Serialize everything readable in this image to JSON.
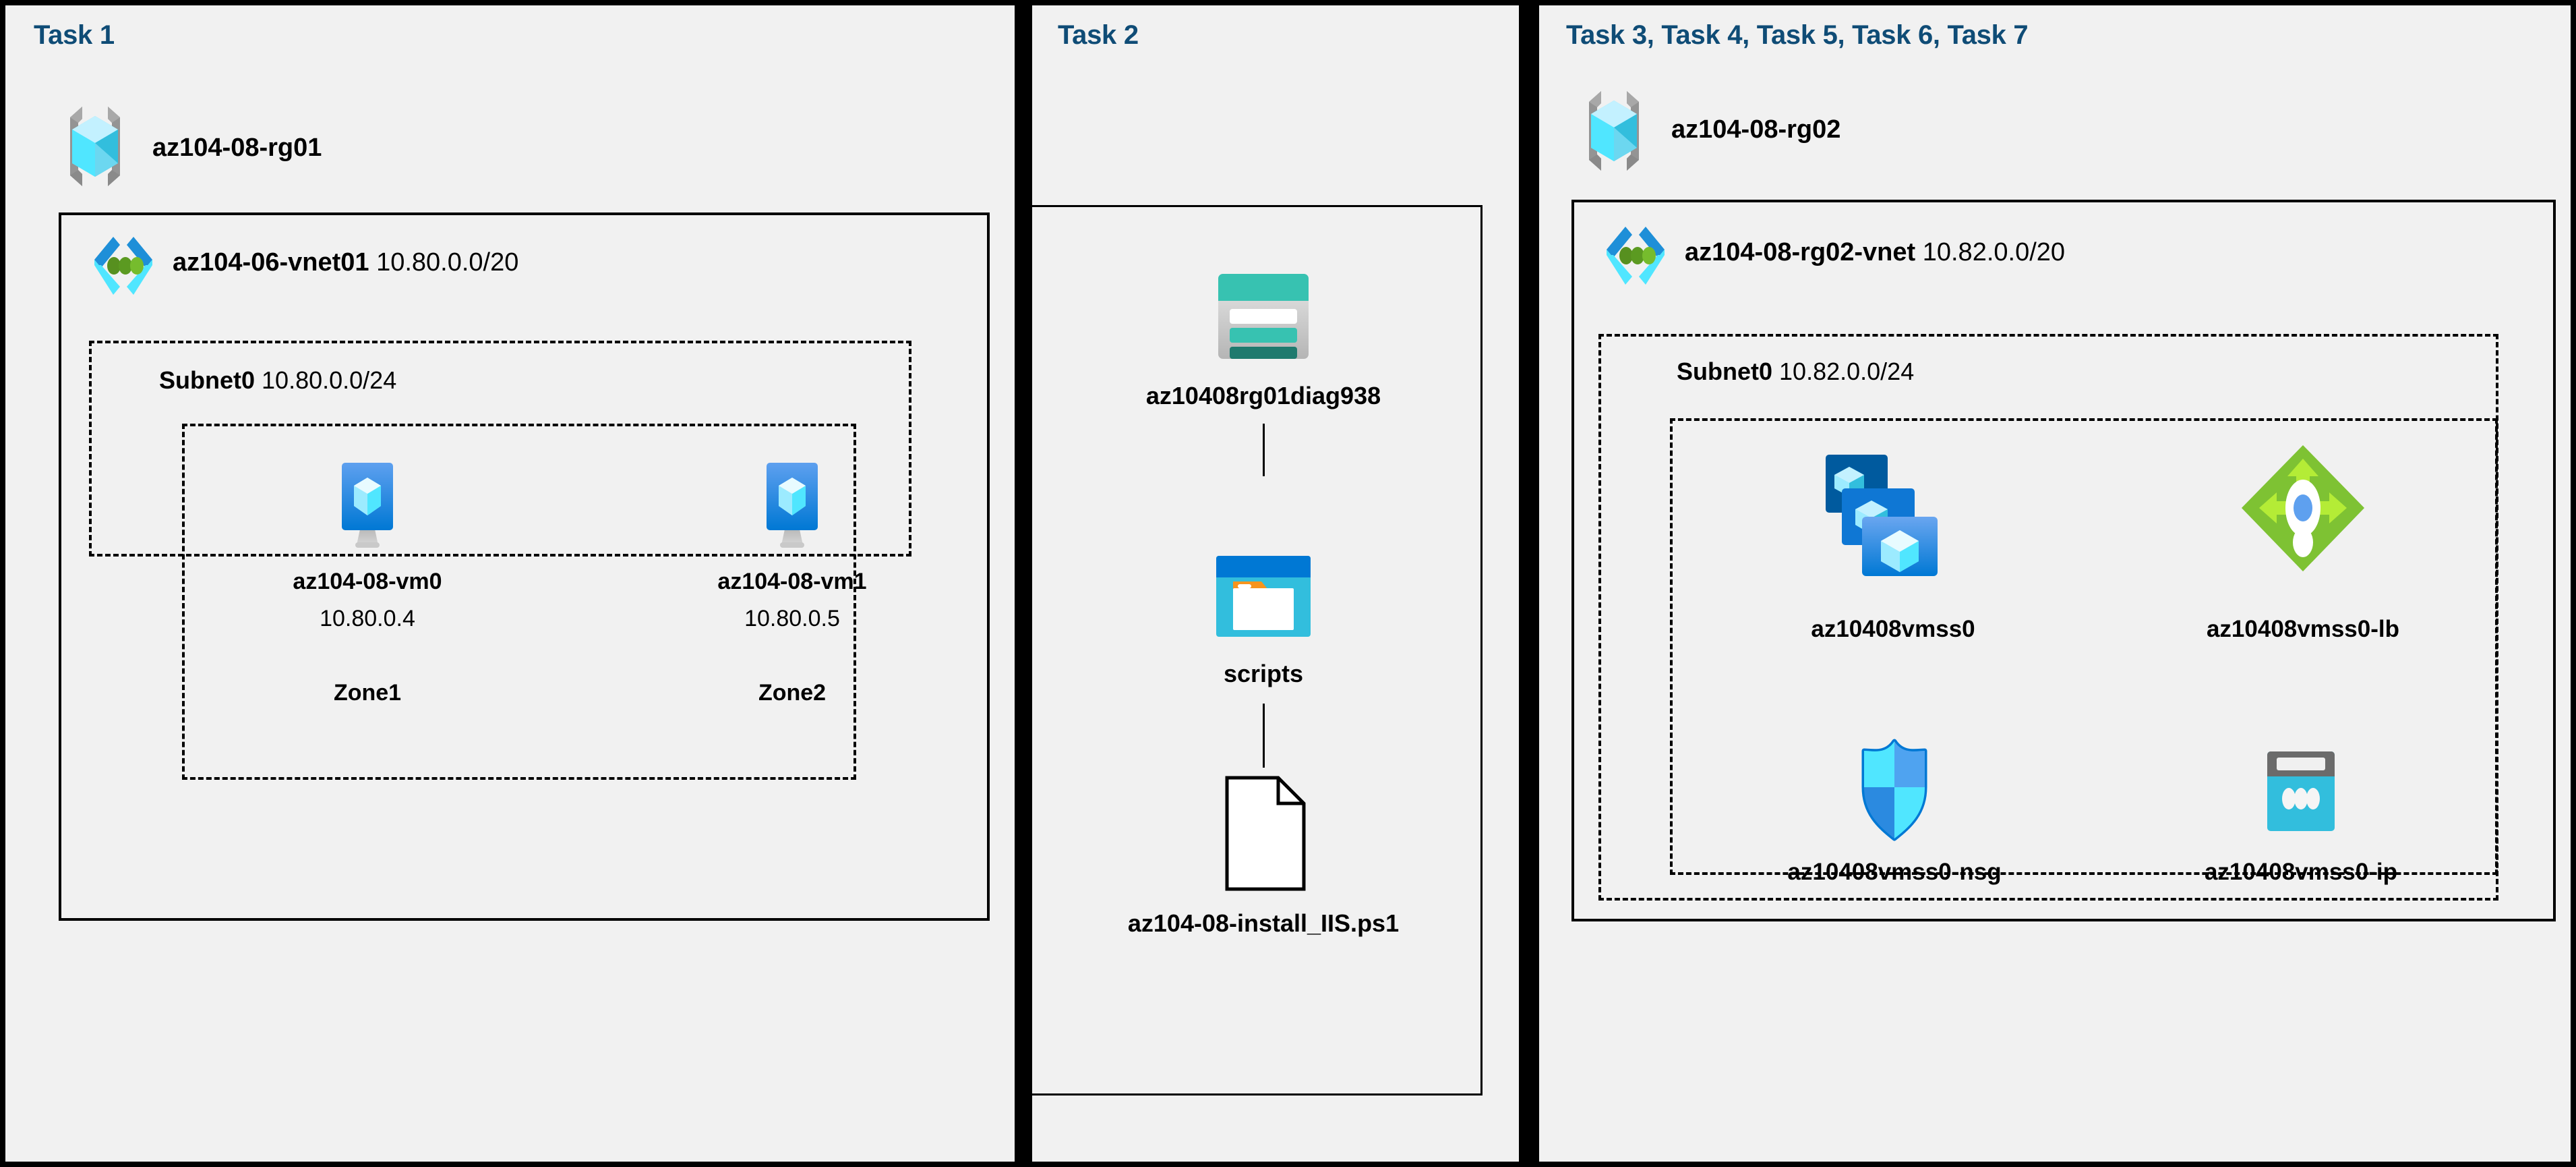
{
  "diagram": {
    "title": "Azure AZ-104 Lab 08 Architecture",
    "background_color": "#f1f1f1",
    "task_label_color": "#0f4c76"
  },
  "columns": [
    {
      "task_label": "Task 1",
      "resource_group": {
        "name": "az104-08-rg01",
        "icon": "resource-group-icon"
      },
      "vnet": {
        "name": "az104-06-vnet01",
        "cidr": "10.80.0.0/20",
        "icon": "virtual-network-icon"
      },
      "subnet": {
        "name": "Subnet0",
        "cidr": "10.80.0.0/24"
      },
      "vms": [
        {
          "name": "az104-08-vm0",
          "ip": "10.80.0.4",
          "zone": "Zone1",
          "icon": "virtual-machine-icon"
        },
        {
          "name": "az104-08-vm1",
          "ip": "10.80.0.5",
          "zone": "Zone2",
          "icon": "virtual-machine-icon"
        }
      ]
    },
    {
      "task_label": "Task 2",
      "nodes": [
        {
          "name": "az10408rg01diag938",
          "icon": "storage-account-icon"
        },
        {
          "name": "scripts",
          "icon": "blob-container-icon"
        },
        {
          "name": "az104-08-install_IIS.ps1",
          "icon": "file-icon"
        }
      ]
    },
    {
      "task_label": "Task 3, Task 4, Task 5, Task 6, Task 7",
      "resource_group": {
        "name": "az104-08-rg02",
        "icon": "resource-group-icon"
      },
      "vnet": {
        "name": "az104-08-rg02-vnet",
        "cidr": "10.82.0.0/20",
        "icon": "virtual-network-icon"
      },
      "subnet": {
        "name": "Subnet0",
        "cidr": "10.82.0.0/24"
      },
      "resources": [
        {
          "name": "az10408vmss0",
          "icon": "vm-scale-set-icon"
        },
        {
          "name": "az10408vmss0-lb",
          "icon": "load-balancer-icon"
        },
        {
          "name": "az10408vmss0-nsg",
          "icon": "network-security-group-icon"
        },
        {
          "name": "az10408vmss0-ip",
          "icon": "public-ip-address-icon"
        }
      ]
    }
  ],
  "colors": {
    "azure_blue": "#0078d4",
    "azure_cyan": "#50e6ff",
    "azure_light_cyan": "#c3f1ff",
    "storage_teal": "#37c2b1",
    "storage_dark_teal": "#1f7a6e",
    "lb_green": "#76bc2d",
    "lb_light_green": "#b4ec36",
    "gray_bracket": "#949494",
    "nsg_blue": "#32bedd",
    "border_black": "#000000"
  }
}
